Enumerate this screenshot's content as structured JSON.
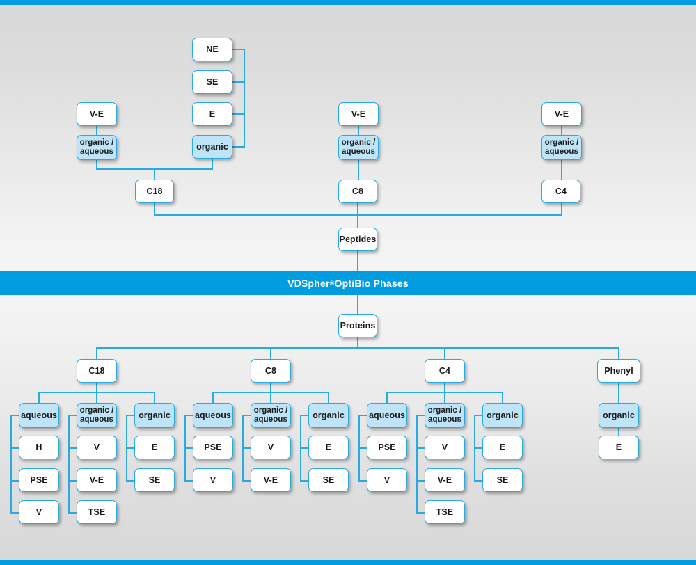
{
  "banner": {
    "brand": "VDSpher",
    "registered": "®",
    "rest": " OptiBio Phases",
    "color": "#009ee0"
  },
  "theme": {
    "line_color": "#29abe2",
    "node_border": "#29abe2",
    "node_fill_white": "#ffffff",
    "node_fill_blue": "#bfe4f7",
    "background_top": "#d9d9d9",
    "background_mid": "#f5f5f5"
  },
  "peptides": {
    "root_label": "Peptides",
    "branches": [
      {
        "phase_label": "C18",
        "modes": [
          {
            "mode_label": "organic /\naqueous",
            "mode_line1": "organic /",
            "mode_line2": "aqueous",
            "children": [
              "V-E"
            ]
          },
          {
            "mode_label": "organic",
            "children": [
              "NE",
              "SE",
              "E"
            ]
          }
        ]
      },
      {
        "phase_label": "C8",
        "modes": [
          {
            "mode_label": "organic /\naqueous",
            "mode_line1": "organic /",
            "mode_line2": "aqueous",
            "children": [
              "V-E"
            ]
          }
        ]
      },
      {
        "phase_label": "C4",
        "modes": [
          {
            "mode_label": "organic /\naqueous",
            "mode_line1": "organic /",
            "mode_line2": "aqueous",
            "children": [
              "V-E"
            ]
          }
        ]
      }
    ]
  },
  "proteins": {
    "root_label": "Proteins",
    "branches": [
      {
        "phase_label": "C18",
        "modes": [
          {
            "mode_label": "aqueous",
            "children": [
              "H",
              "PSE",
              "V"
            ]
          },
          {
            "mode_line1": "organic /",
            "mode_line2": "aqueous",
            "children": [
              "V",
              "V-E",
              "TSE"
            ]
          },
          {
            "mode_label": "organic",
            "children": [
              "E",
              "SE"
            ]
          }
        ]
      },
      {
        "phase_label": "C8",
        "modes": [
          {
            "mode_label": "aqueous",
            "children": [
              "PSE",
              "V"
            ]
          },
          {
            "mode_line1": "organic /",
            "mode_line2": "aqueous",
            "children": [
              "V",
              "V-E"
            ]
          },
          {
            "mode_label": "organic",
            "children": [
              "E",
              "SE"
            ]
          }
        ]
      },
      {
        "phase_label": "C4",
        "modes": [
          {
            "mode_label": "aqueous",
            "children": [
              "PSE",
              "V"
            ]
          },
          {
            "mode_line1": "organic /",
            "mode_line2": "aqueous",
            "children": [
              "V",
              "V-E",
              "TSE"
            ]
          },
          {
            "mode_label": "organic",
            "children": [
              "E",
              "SE"
            ]
          }
        ]
      },
      {
        "phase_label": "Phenyl",
        "modes": [
          {
            "mode_label": "organic",
            "children": [
              "E"
            ]
          }
        ]
      }
    ]
  },
  "top_section": {
    "c18_organic_children": [
      "NE",
      "SE",
      "E"
    ],
    "c18_organic_label": "organic",
    "c18_ve_label": "V-E",
    "c18_oa_line1": "organic /",
    "c18_oa_line2": "aqueous",
    "c18_label": "C18",
    "c8_ve_label": "V-E",
    "c8_oa_line1": "organic /",
    "c8_oa_line2": "aqueous",
    "c8_label": "C8",
    "c4_ve_label": "V-E",
    "c4_oa_line1": "organic /",
    "c4_oa_line2": "aqueous",
    "c4_label": "C4"
  }
}
